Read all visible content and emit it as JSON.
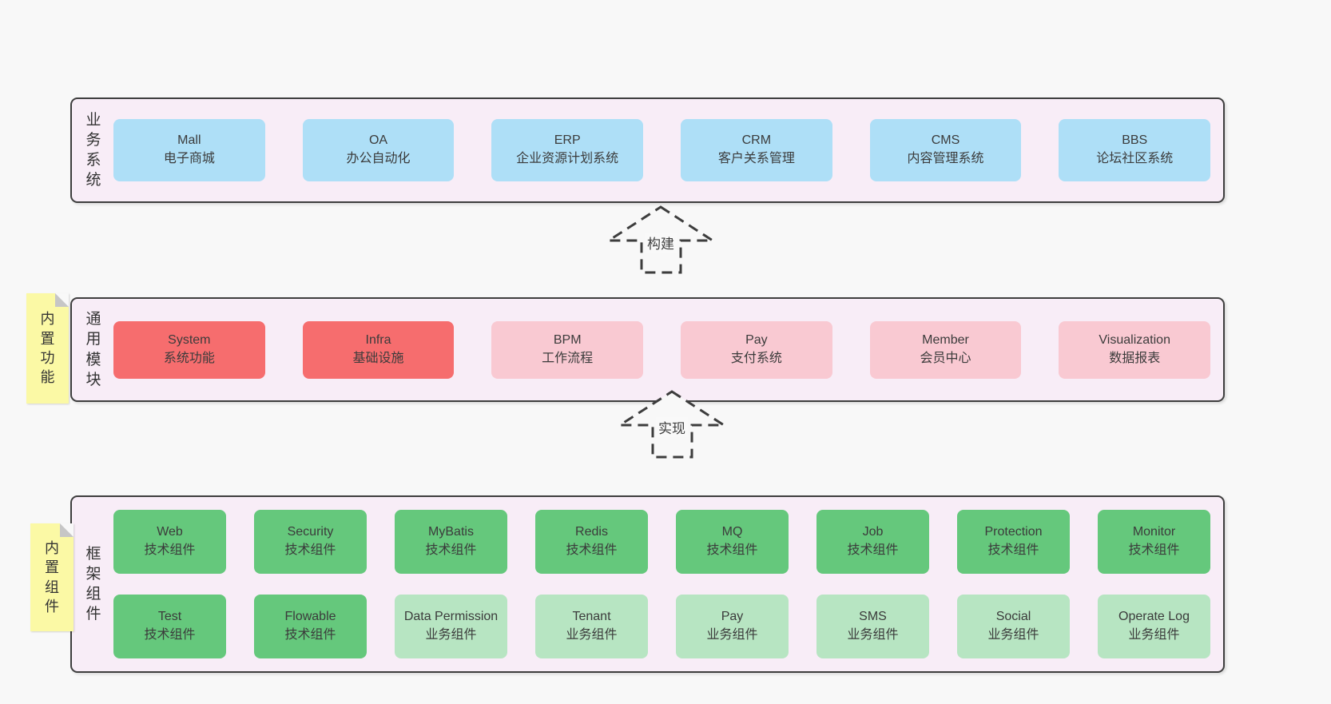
{
  "colors": {
    "page_bg": "#f8f8f8",
    "container_bg": "#f8edf7",
    "container_border": "#3e3e3e",
    "blue_box": "#aedff7",
    "red_box": "#f66d6e",
    "pink_box": "#f9c9d2",
    "green_dark_box": "#65c87c",
    "green_light_box": "#b7e5c2",
    "note_bg": "#fbf9a5",
    "note_fold": "#c6c6c6",
    "text": "#3b3b3b"
  },
  "business": {
    "label": "业务系统",
    "items": [
      {
        "en": "Mall",
        "zh": "电子商城"
      },
      {
        "en": "OA",
        "zh": "办公自动化"
      },
      {
        "en": "ERP",
        "zh": "企业资源计划系统"
      },
      {
        "en": "CRM",
        "zh": "客户关系管理"
      },
      {
        "en": "CMS",
        "zh": "内容管理系统"
      },
      {
        "en": "BBS",
        "zh": "论坛社区系统"
      }
    ]
  },
  "arrows": {
    "build": "构建",
    "implement": "实现"
  },
  "modules": {
    "label": "通用模块",
    "note": "内置功能",
    "items": [
      {
        "en": "System",
        "zh": "系统功能",
        "variant": "red"
      },
      {
        "en": "Infra",
        "zh": "基础设施",
        "variant": "red"
      },
      {
        "en": "BPM",
        "zh": "工作流程",
        "variant": "pink"
      },
      {
        "en": "Pay",
        "zh": "支付系统",
        "variant": "pink"
      },
      {
        "en": "Member",
        "zh": "会员中心",
        "variant": "pink"
      },
      {
        "en": "Visualization",
        "zh": "数据报表",
        "variant": "pink"
      }
    ]
  },
  "framework": {
    "label": "框架组件",
    "note": "内置组件",
    "row1": [
      {
        "en": "Web",
        "zh": "技术组件",
        "variant": "green-dark"
      },
      {
        "en": "Security",
        "zh": "技术组件",
        "variant": "green-dark"
      },
      {
        "en": "MyBatis",
        "zh": "技术组件",
        "variant": "green-dark"
      },
      {
        "en": "Redis",
        "zh": "技术组件",
        "variant": "green-dark"
      },
      {
        "en": "MQ",
        "zh": "技术组件",
        "variant": "green-dark"
      },
      {
        "en": "Job",
        "zh": "技术组件",
        "variant": "green-dark"
      },
      {
        "en": "Protection",
        "zh": "技术组件",
        "variant": "green-dark"
      },
      {
        "en": "Monitor",
        "zh": "技术组件",
        "variant": "green-dark"
      }
    ],
    "row2": [
      {
        "en": "Test",
        "zh": "技术组件",
        "variant": "green-dark"
      },
      {
        "en": "Flowable",
        "zh": "技术组件",
        "variant": "green-dark"
      },
      {
        "en": "Data Permission",
        "zh": "业务组件",
        "variant": "green-light"
      },
      {
        "en": "Tenant",
        "zh": "业务组件",
        "variant": "green-light"
      },
      {
        "en": "Pay",
        "zh": "业务组件",
        "variant": "green-light"
      },
      {
        "en": "SMS",
        "zh": "业务组件",
        "variant": "green-light"
      },
      {
        "en": "Social",
        "zh": "业务组件",
        "variant": "green-light"
      },
      {
        "en": "Operate Log",
        "zh": "业务组件",
        "variant": "green-light"
      }
    ]
  }
}
